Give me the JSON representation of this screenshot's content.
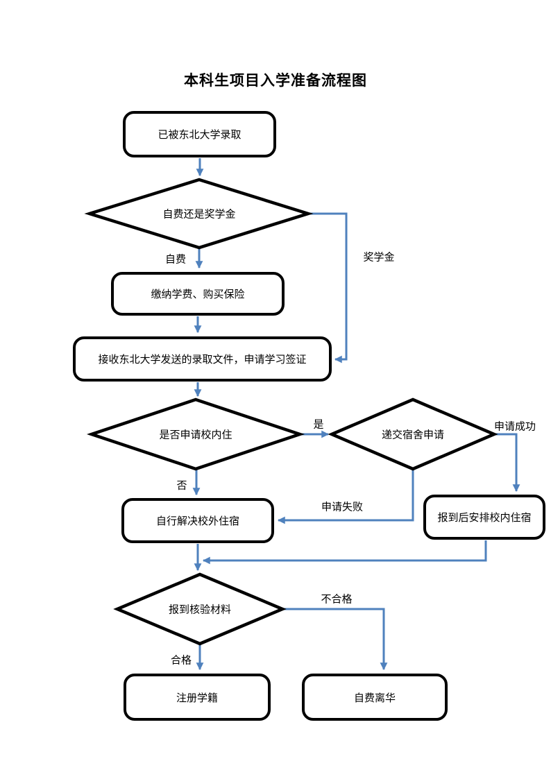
{
  "title": "本科生项目入学准备流程图",
  "nodes": {
    "start": "已被东北大学录取",
    "funding_decision": "自费还是奖学金",
    "pay_tuition": "缴纳学费、购买保险",
    "admission_visa": "接收东北大学发送的录取文件，申请学习签证",
    "dorm_decision": "是否申请校内住",
    "dorm_application": "递交宿舍申请",
    "off_campus": "自行解决校外住宿",
    "on_campus": "报到后安排校内住宿",
    "material_check": "报到核验材料",
    "register": "注册学籍",
    "leave": "自费离华"
  },
  "edge_labels": {
    "self_funded": "自费",
    "scholarship": "奖学金",
    "yes": "是",
    "no": "否",
    "success": "申请成功",
    "failure": "申请失败",
    "qualified": "合格",
    "unqualified": "不合格"
  },
  "colors": {
    "connector": "#4f81bd",
    "outline": "#000000",
    "background": "#ffffff"
  }
}
